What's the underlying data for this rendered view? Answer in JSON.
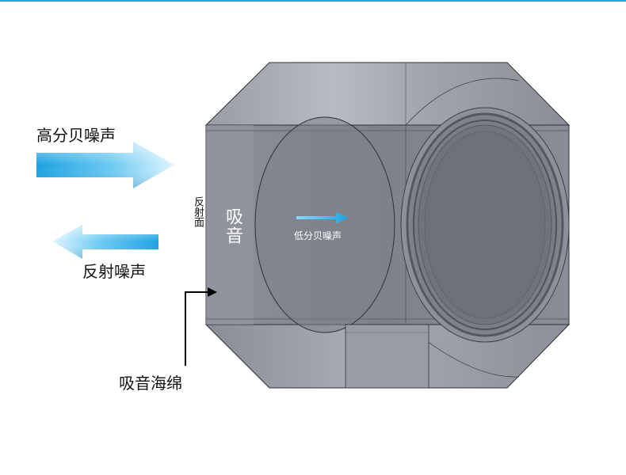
{
  "colors": {
    "top_rule": "#2ba3dc",
    "block_body": "#8d9099",
    "block_light": "#b7b9c2",
    "block_dark": "#6f727c",
    "edge": "#2f3038",
    "arrow_light": "#e2f6ff",
    "arrow_dark": "#19a3e3",
    "pointer": "#000000"
  },
  "labels": {
    "high_noise": "高分贝噪声",
    "reflected_noise": "反射噪声",
    "sponge": "吸音海绵",
    "absorb": "吸音",
    "reflect_surface": "反射面",
    "low_noise": "低分贝噪声"
  },
  "icons": {
    "incoming": "arrow-right-icon",
    "reflected": "arrow-left-icon",
    "low": "arrow-right-icon",
    "pointer": "pointer-arrow-icon"
  }
}
